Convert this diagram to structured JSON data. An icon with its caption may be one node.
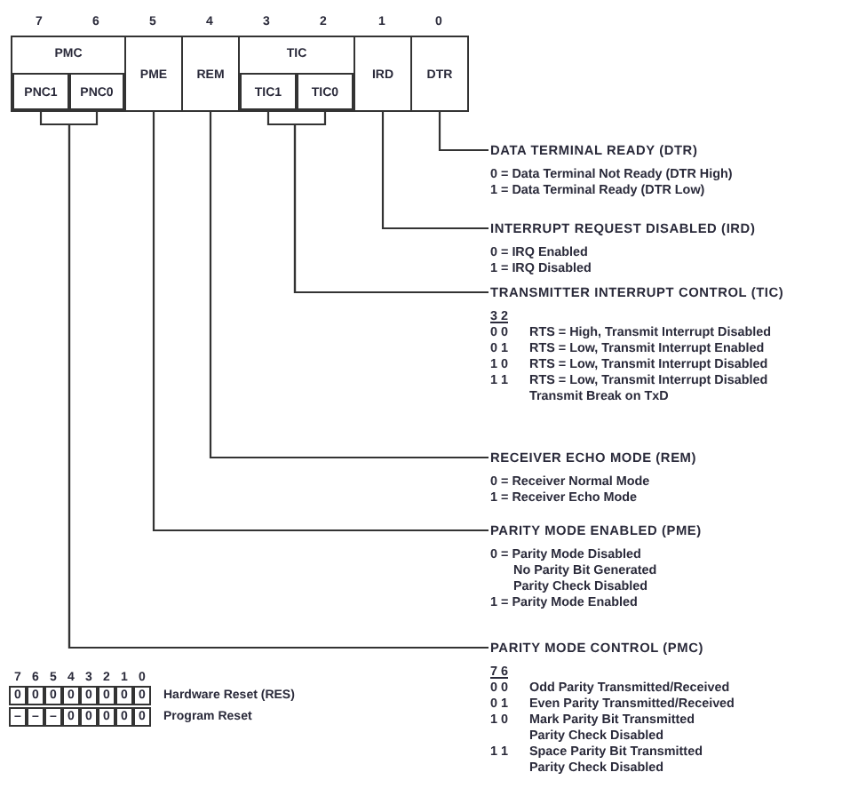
{
  "diagram": {
    "nodes": [
      {
        "text": [
          "PMC"
        ]
      },
      {
        "text": [
          "PNC1"
        ],
        "in": 0
      },
      {
        "text": [
          "PNC0"
        ],
        "in": 0
      },
      {
        "text": [
          "PME"
        ]
      },
      {
        "text": [
          "REM"
        ]
      },
      {
        "text": [
          "TIC"
        ]
      },
      {
        "text": [
          "TIC1"
        ],
        "in": 5
      },
      {
        "text": [
          "TIC0"
        ],
        "in": 5
      },
      {
        "text": [
          "IRD"
        ]
      },
      {
        "text": [
          "DTR"
        ]
      },
      {
        "text": [
          "DATA TERMINAL READY (DTR)",
          "0 = Data Terminal Not Ready (DTR High)",
          "1 = Data Terminal Ready (DTR Low)"
        ]
      },
      {
        "text": [
          "INTERRUPT REQUEST DISABLED (IRD)",
          "0 = IRQ Enabled",
          "1 = IRQ Disabled"
        ]
      },
      {
        "text": [
          "TRANSMITTER INTERRUPT CONTROL (TIC)",
          "3 2",
          "0 0",
          "RTS = High, Transmit Interrupt Disabled",
          "0 1",
          "RTS = Low, Transmit Interrupt Enabled",
          "1 0",
          "RTS = Low, Transmit Interrupt Disabled",
          "1 1",
          "RTS = Low, Transmit Interrupt Disabled",
          "Transmit Break on TxD"
        ]
      },
      {
        "text": [
          "RECEIVER ECHO MODE (REM)",
          "0 = Receiver Normal Mode",
          "1 = Receiver Echo Mode"
        ]
      },
      {
        "text": [
          "PARITY MODE ENABLED (PME)",
          "0 = Parity Mode Disabled",
          "No Parity Bit Generated",
          "Parity Check Disabled",
          "1 = Parity Mode Enabled"
        ]
      },
      {
        "text": [
          "PARITY MODE CONTROL (PMC)",
          "7 6",
          "0 0",
          "Odd Parity Transmitted/Received",
          "0 1",
          "Even Parity Transmitted/Received",
          "1 0",
          "Mark Parity Bit Transmitted",
          "Parity Check Disabled",
          "1 1",
          "Space Parity Bit Transmitted",
          "Parity Check Disabled"
        ]
      }
    ],
    "edges": [
      {
        "from": 9,
        "to": 10,
        "arrow": "none"
      },
      {
        "from": 8,
        "to": 11,
        "arrow": "none"
      },
      {
        "from": 6,
        "to": 12,
        "arrow": "none"
      },
      {
        "from": 7,
        "to": 12,
        "arrow": "none"
      },
      {
        "from": 4,
        "to": 13,
        "arrow": "none"
      },
      {
        "from": 3,
        "to": 14,
        "arrow": "none"
      },
      {
        "from": 1,
        "to": 15,
        "arrow": "none"
      },
      {
        "from": 2,
        "to": 15,
        "arrow": "none"
      }
    ],
    "labels": [
      "7",
      "6",
      "5",
      "4",
      "3",
      "2",
      "1",
      "0",
      "7",
      "6",
      "5",
      "4",
      "3",
      "2",
      "1",
      "0",
      "0",
      "0",
      "0",
      "0",
      "0",
      "0",
      "0",
      "0",
      "Hardware Reset (RES)",
      "–",
      "–",
      "–",
      "0",
      "0",
      "0",
      "0",
      "0",
      "Program Reset"
    ]
  }
}
